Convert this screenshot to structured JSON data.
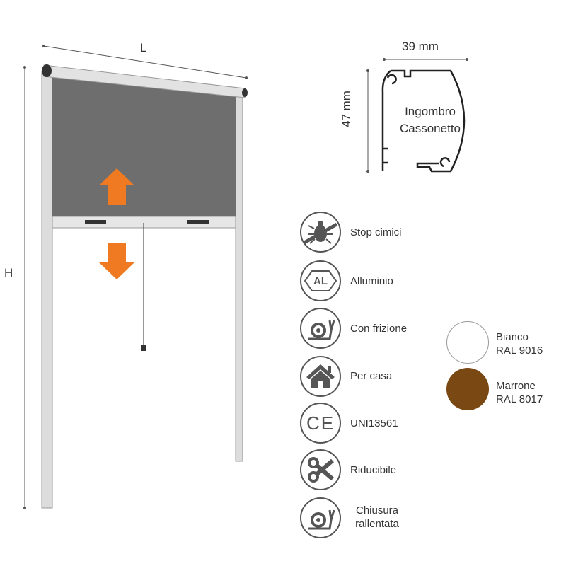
{
  "dimensions": {
    "width_label": "L",
    "height_label": "H"
  },
  "profile": {
    "width": "39 mm",
    "height": "47 mm",
    "title_line1": "Ingombro",
    "title_line2": "Cassonetto"
  },
  "features": [
    {
      "icon": "no-bug-icon",
      "label": "Stop cimici"
    },
    {
      "icon": "aluminium-hexagon-icon",
      "label": "Alluminio",
      "icon_text": "AL"
    },
    {
      "icon": "snail-icon",
      "label": "Con frizione"
    },
    {
      "icon": "house-icon",
      "label": "Per casa"
    },
    {
      "icon": "ce-mark-icon",
      "label": "UNI13561",
      "icon_text": "CE"
    },
    {
      "icon": "scissors-icon",
      "label": "Riducibile"
    },
    {
      "icon": "snail-icon",
      "label": "Chiusura rallentata"
    }
  ],
  "colors": [
    {
      "name": "Bianco",
      "code": "RAL 9016",
      "hex": "#ffffff"
    },
    {
      "name": "Marrone",
      "code": "RAL 8017",
      "hex": "#7a4812"
    }
  ],
  "accent": "#f07a22"
}
